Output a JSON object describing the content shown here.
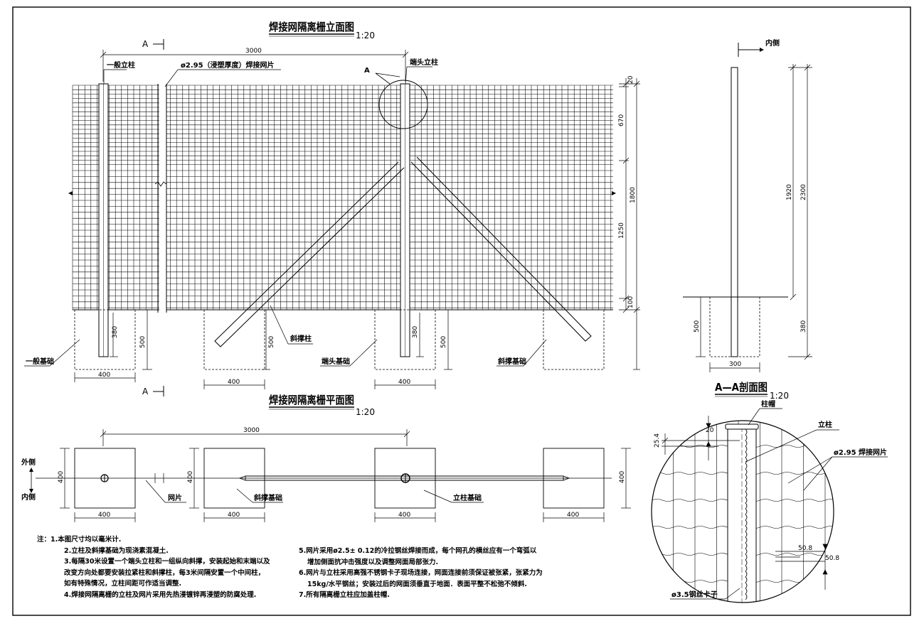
{
  "elevation": {
    "title": "焊接网隔离栅立面图",
    "scale": "1:20",
    "section_mark": "A",
    "labels": {
      "post_general": "一般立柱",
      "mesh_spec": "ø2.95（浸塑厚度）焊接网片",
      "post_end": "端头立柱",
      "detail_callout": "A",
      "brace": "斜撑柱",
      "found_general": "一般基础",
      "found_end": "端头基础",
      "found_brace": "斜撑基础"
    },
    "dims": {
      "span": "3000",
      "top": "20",
      "upper": "670",
      "total": "1800",
      "mesh": "1250",
      "bottom": "100",
      "embed1": "380",
      "depth1": "500",
      "width1": "400",
      "width2": "400",
      "depth2": "500",
      "embed3": "380",
      "depth3": "500",
      "width3": "400"
    }
  },
  "side": {
    "inner_label": "内侧",
    "dims": {
      "above": "1920",
      "total": "2300",
      "embed": "380",
      "depth": "500",
      "width": "300"
    }
  },
  "plan": {
    "title": "焊接网隔离栅平面图",
    "scale": "1:20",
    "labels": {
      "outer": "外侧",
      "inner": "内侧",
      "mesh": "网片",
      "brace_found": "斜撑基础",
      "post_found": "立柱基础"
    },
    "dims": {
      "span": "3000",
      "h1": "400",
      "w1": "400",
      "h2": "400",
      "w2": "400",
      "w3": "400",
      "w4": "400",
      "h4": "400"
    }
  },
  "section": {
    "title": "A—A剖面图",
    "scale": "1:20",
    "labels": {
      "cap": "柱帽",
      "post": "立柱",
      "mesh": "ø2.95 焊接网片",
      "clip": "ø3.5钢丝卡子"
    },
    "dims": {
      "gap": "25.4",
      "cap_h": "20",
      "grid_h": "50.8",
      "grid_v": "50.8"
    }
  },
  "notes": {
    "prefix": "注：",
    "left": [
      "1.本图尺寸均以毫米计.",
      "2.立柱及斜撑基础为现浇素混凝土.",
      "3.每隔30米设置一个端头立柱和一组纵向斜撑，安装起始和末端以及",
      "改变方向处都要安装拉紧柱和斜撑柱，每3米间隔安置一个中间柱，",
      "如有特殊情况，立柱间距可作适当调整.",
      "4.焊接网隔离栅的立柱及网片采用先热浸镀锌再浸塑的防腐处理."
    ],
    "right": [
      "5.网片采用ø2.5± 0.12的冷拉钢丝焊接而成，每个网孔的横丝应有一个弯弧以",
      "增加侧面抗冲击强度以及调整网面局部张力.",
      "6.网片与立柱采用高强不锈钢卡子现场连接，网面连接前须保证被张紧，张紧力为",
      "15kg/水平钢丝；安装过后的网面须垂直于地面．表面平整不松弛不倾斜.",
      "7.所有隔离栅立柱应加盖柱帽."
    ]
  }
}
